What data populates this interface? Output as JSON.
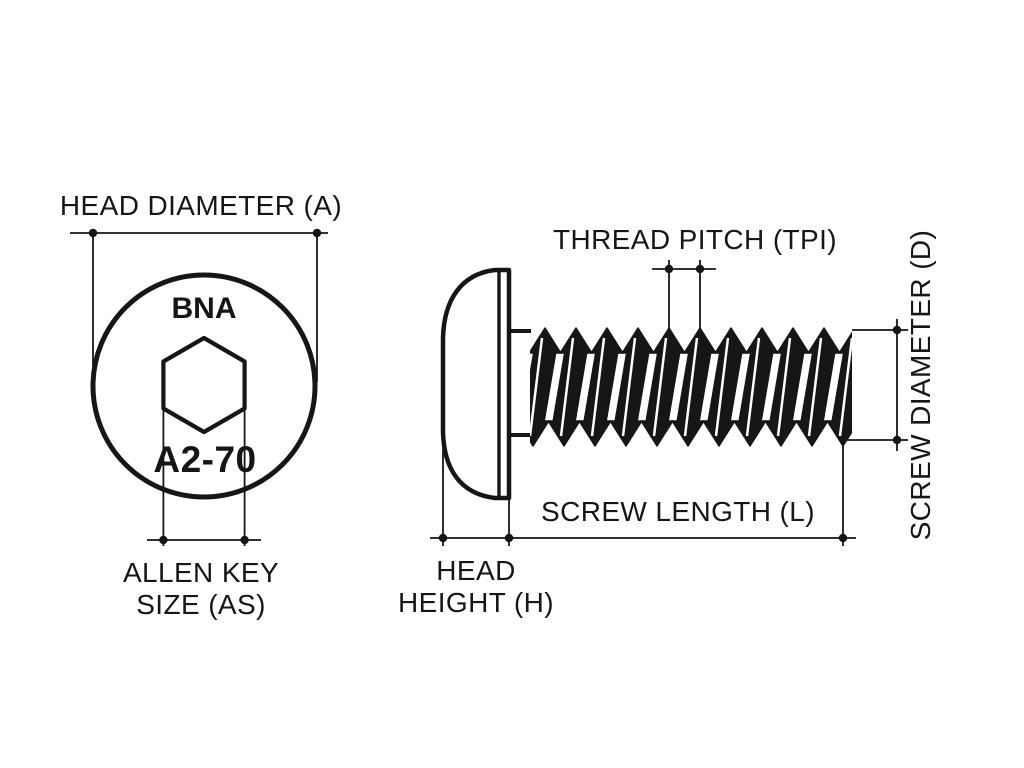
{
  "diagram": {
    "type": "technical-drawing",
    "subject": "button head socket screw dimensions",
    "views": [
      "head top view",
      "screw side view"
    ]
  },
  "labels": {
    "head_diameter": "HEAD DIAMETER (A)",
    "thread_pitch": "THREAD PITCH (TPI)",
    "screw_diameter": "SCREW DIAMETER (D)",
    "screw_length": "SCREW LENGTH (L)",
    "head_height_line1": "HEAD",
    "head_height_line2": "HEIGHT (H)",
    "allen_key_line1": "ALLEN KEY",
    "allen_key_line2": "SIZE (AS)"
  },
  "head_markings": {
    "brand": "BNA",
    "grade": "A2-70"
  },
  "colors": {
    "line": "#161616",
    "background": "#ffffff"
  }
}
